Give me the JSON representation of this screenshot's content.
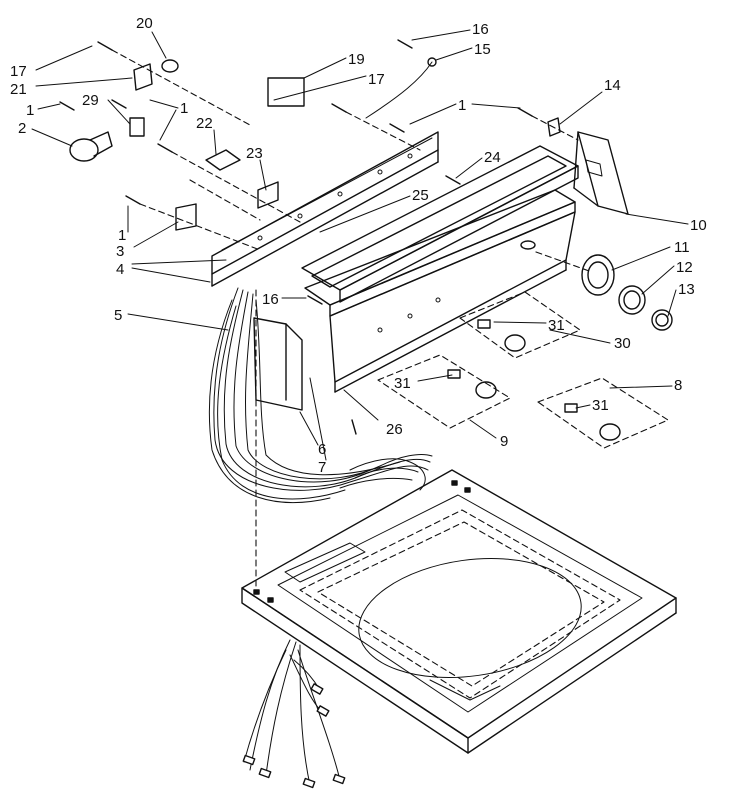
{
  "labels": {
    "p1a": "1",
    "p1b": "1",
    "p1c": "1",
    "p1d": "1",
    "p2": "2",
    "p3": "3",
    "p4": "4",
    "p5": "5",
    "p6": "6",
    "p7": "7",
    "p8": "8",
    "p9": "9",
    "p10": "10",
    "p11": "11",
    "p12": "12",
    "p13": "13",
    "p14": "14",
    "p15": "15",
    "p16a": "16",
    "p16b": "16",
    "p17a": "17",
    "p17b": "17",
    "p19": "19",
    "p20": "20",
    "p21": "21",
    "p22": "22",
    "p23": "23",
    "p24": "24",
    "p25": "25",
    "p26": "26",
    "p29": "29",
    "p30": "30",
    "p31a": "31",
    "p31b": "31",
    "p31c": "31"
  }
}
